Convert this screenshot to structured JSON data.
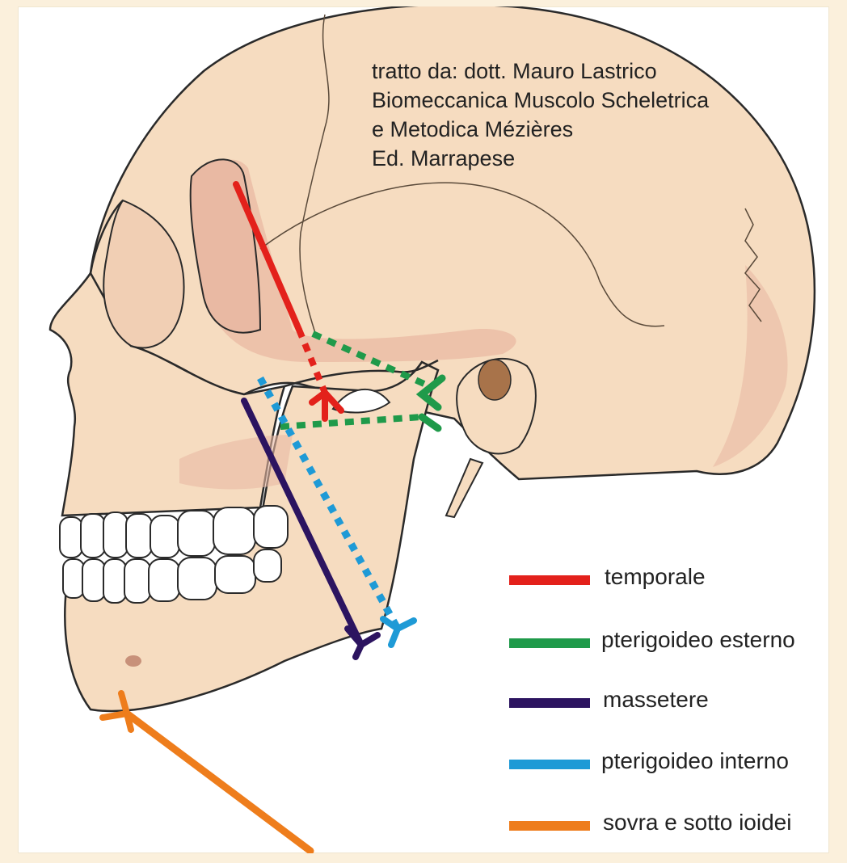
{
  "credit": {
    "line1": "tratto da: dott. Mauro Lastrico",
    "line2": "Biomeccanica Muscolo Scheletrica",
    "line3": "e Metodica Mézières",
    "line4": "Ed. Marrapese"
  },
  "legend": {
    "items": [
      {
        "label": "temporale",
        "color": "#e3211b"
      },
      {
        "label": "pterigoideo esterno",
        "color": "#1f9a4a"
      },
      {
        "label": "massetere",
        "color": "#2c1460"
      },
      {
        "label": "pterigoideo interno",
        "color": "#1e9ad6"
      },
      {
        "label": "sovra e sotto ioidei",
        "color": "#ee7d1c"
      }
    ]
  },
  "colors": {
    "bone": "#f6dcc0",
    "bone_shade": "#e9b9a3",
    "outline": "#2a2a2a",
    "background_frame": "#fbf0dc"
  },
  "icons": {
    "skull": "skull-lateral-view-illustration"
  }
}
